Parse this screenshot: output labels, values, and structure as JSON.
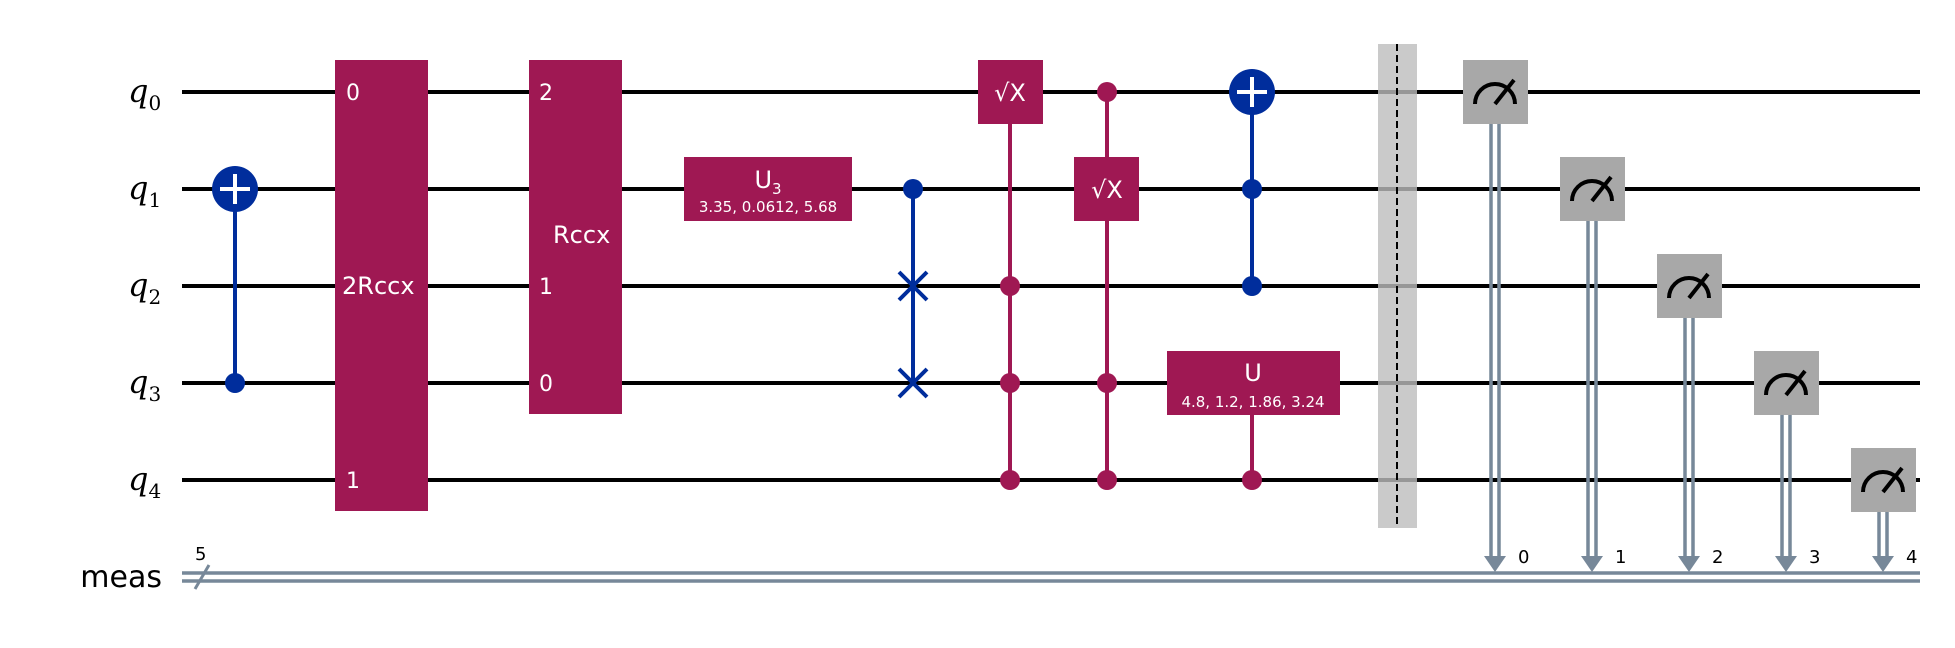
{
  "colors": {
    "wire": "#000000",
    "classical": "#778899",
    "magenta": "#9F1853",
    "blue": "#002D9C",
    "meter": "#A8A8A8",
    "barrier": "#BDBDBD",
    "white": "#FFFFFF"
  },
  "qubits": [
    {
      "sym": "q",
      "sub": "0"
    },
    {
      "sym": "q",
      "sub": "1"
    },
    {
      "sym": "q",
      "sub": "2"
    },
    {
      "sym": "q",
      "sub": "3"
    },
    {
      "sym": "q",
      "sub": "4"
    }
  ],
  "classical": {
    "label": "meas",
    "size": "5"
  },
  "gates": {
    "g2rccx": {
      "label": "2Rccx",
      "ports": [
        "0",
        "2Rccx",
        "1"
      ]
    },
    "rccx": {
      "label": "Rccx",
      "ports": [
        "2",
        "1",
        "0"
      ]
    },
    "u3": {
      "label": "U",
      "sub": "3",
      "params": "3.35, 0.0612, 5.68"
    },
    "sx": {
      "label": "√X"
    },
    "u": {
      "label": "U",
      "params": "4.8, 1.2, 1.86, 3.24"
    }
  },
  "meas_bits": [
    "0",
    "1",
    "2",
    "3",
    "4"
  ],
  "icons": [
    "cnot-target-icon",
    "control-dot-icon",
    "swap-cross-icon",
    "meter-icon",
    "barrier-icon"
  ]
}
